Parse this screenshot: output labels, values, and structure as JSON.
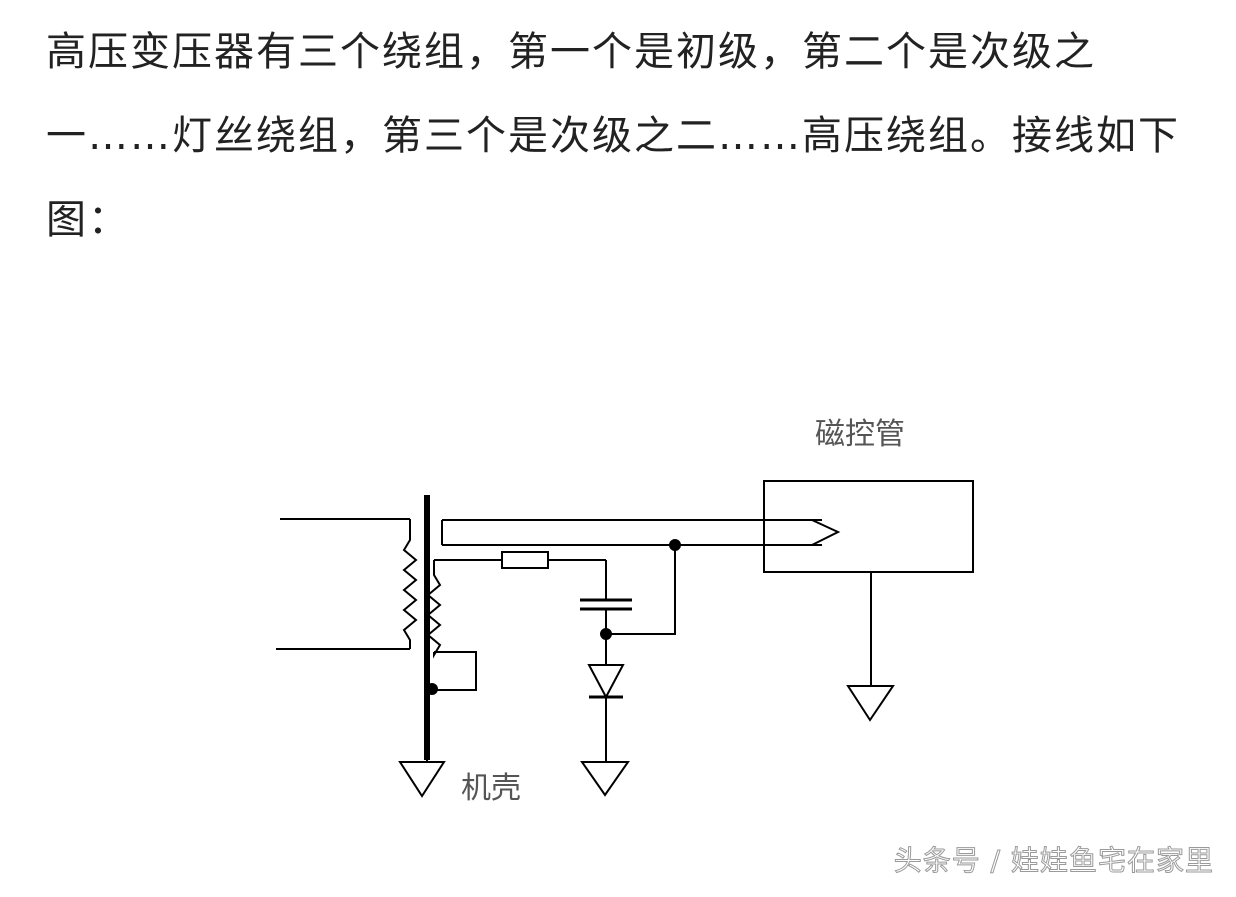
{
  "article": {
    "paragraph": "高压变压器有三个绕组，第一个是初级，第二个是次级之一……灯丝绕组，第三个是次级之二……高压绕组。接线如下图："
  },
  "diagram": {
    "magnetron_label": "磁控管",
    "chassis_label": "机壳"
  },
  "watermark": {
    "text": "头条号 / 娃娃鱼宅在家里"
  }
}
